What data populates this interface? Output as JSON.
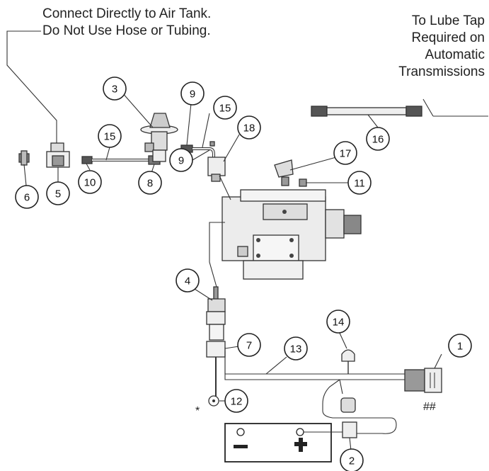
{
  "notes": {
    "air_tank_line1": "Connect Directly to Air Tank.",
    "air_tank_line2": "Do Not Use Hose or Tubing.",
    "lube_tap_line1": "To Lube Tap",
    "lube_tap_line2": "Required on",
    "lube_tap_line3": "Automatic",
    "lube_tap_line4": "Transmissions"
  },
  "markers": {
    "asterisk": "*",
    "double_hash": "##"
  },
  "battery": {
    "minus": "−",
    "plus": "+"
  },
  "callouts": {
    "c1": "1",
    "c2": "2",
    "c3": "3",
    "c4": "4",
    "c5": "5",
    "c6": "6",
    "c7": "7",
    "c8": "8",
    "c9a": "9",
    "c9b": "9",
    "c10": "10",
    "c11": "11",
    "c12": "12",
    "c13": "13",
    "c14": "14",
    "c15a": "15",
    "c15b": "15",
    "c16": "16",
    "c17": "17",
    "c18": "18"
  }
}
